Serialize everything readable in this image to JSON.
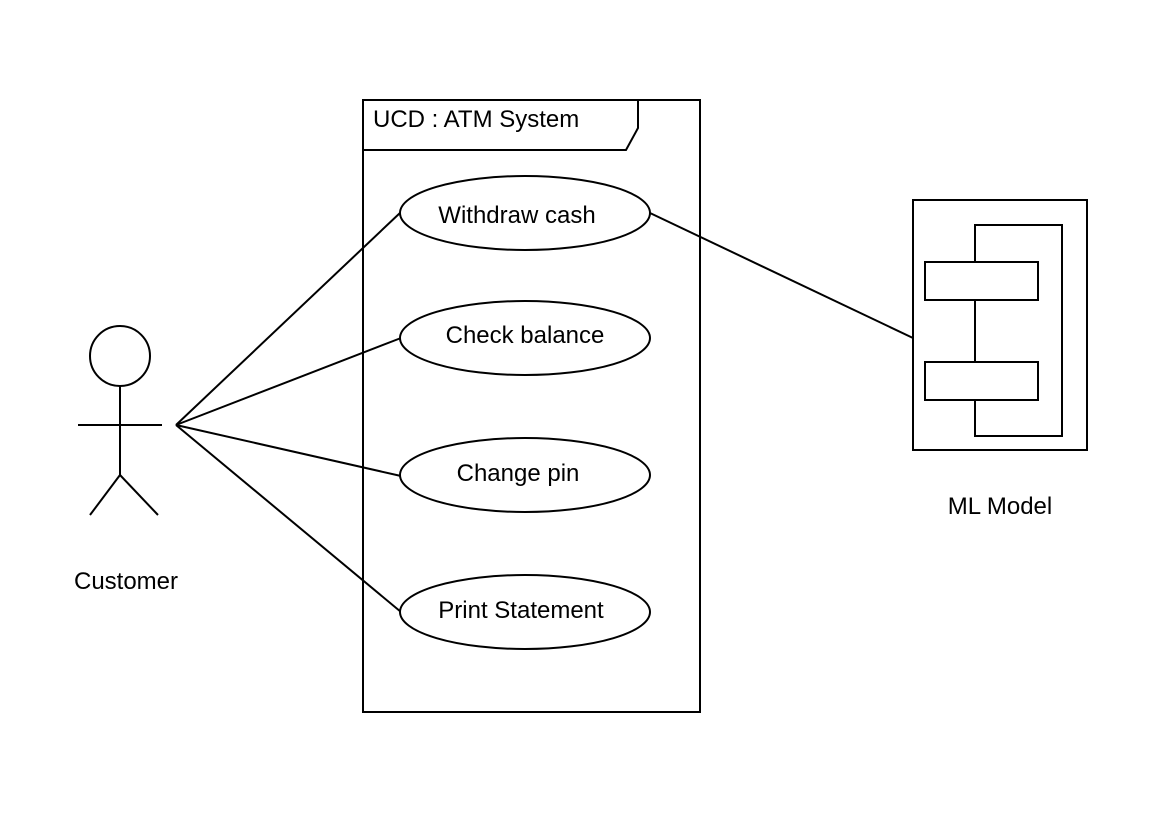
{
  "system": {
    "title": "UCD : ATM System"
  },
  "actor": {
    "name": "Customer"
  },
  "use_cases": [
    {
      "label": "Withdraw cash"
    },
    {
      "label": "Check balance"
    },
    {
      "label": "Change pin"
    },
    {
      "label": "Print Statement"
    }
  ],
  "component": {
    "name": "ML Model",
    "icon": "component-icon"
  },
  "associations": [
    {
      "from": "Customer",
      "to": "Withdraw cash"
    },
    {
      "from": "Customer",
      "to": "Check balance"
    },
    {
      "from": "Customer",
      "to": "Change pin"
    },
    {
      "from": "Customer",
      "to": "Print Statement"
    },
    {
      "from": "Withdraw cash",
      "to": "ML Model"
    }
  ]
}
